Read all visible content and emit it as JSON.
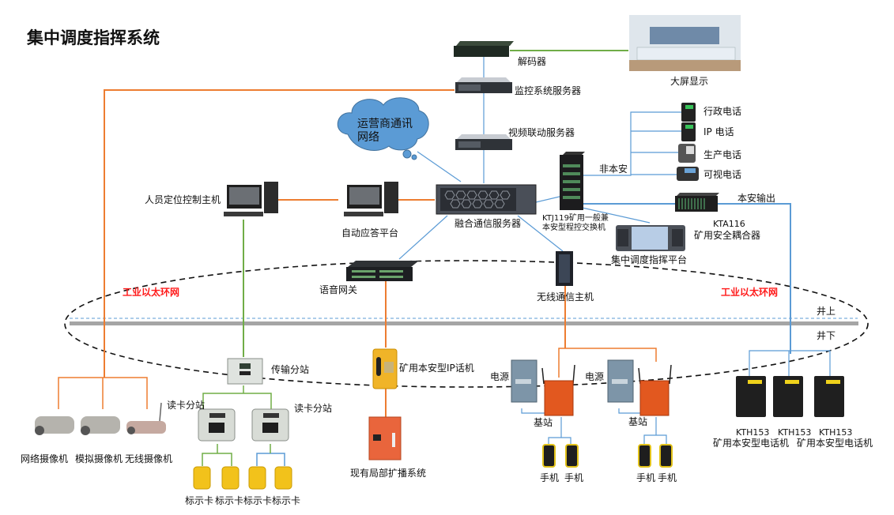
{
  "title": "集中调度指挥系统",
  "colors": {
    "orange_link": "#ed7d31",
    "green_link": "#70ad47",
    "blue_link": "#5b9bd5",
    "ring_dash": "#000000",
    "ground_bar": "#a5a5a5",
    "ring_label": "#ff0000",
    "cloud": "#5b9bd5"
  },
  "nodes": {
    "decoder": "解码器",
    "big_screen": "大屏显示",
    "monitor_server": "监控系统服务器",
    "video_link_server": "视频联动服务器",
    "carrier_network": "运营商通讯网络",
    "admin_phone": "行政电话",
    "ip_phone": "IP 电话",
    "production_phone": "生产电话",
    "video_phone": "可视电话",
    "non_intrinsic": "非本安",
    "intrinsic_output": "本安输出",
    "pbx_line1": "KTJ119矿用一般兼",
    "pbx_line2": "本安型程控交换机",
    "coupler_model": "KTA116",
    "coupler_name": "矿用安全耦合器",
    "dispatch_platform": "集中调度指挥平台",
    "converged_server": "融合通信服务器",
    "auto_answer": "自动应答平台",
    "personnel_host": "人员定位控制主机",
    "voice_gateway": "语音网关",
    "wireless_host": "无线通信主机",
    "ring_left": "工业以太环网",
    "ring_right": "工业以太环网",
    "above_ground": "井上",
    "below_ground": "井下",
    "transfer_station": "传输分站",
    "card_reader_1": "读卡分站",
    "card_reader_2": "读卡分站",
    "network_camera": "网络摄像机",
    "analog_camera": "模拟摄像机",
    "wireless_camera": "无线摄像机",
    "tag_card": "标示卡",
    "ip_mine_phone": "矿用本安型IP话机",
    "broadcast": "现有局部扩播系统",
    "power_1": "电源",
    "power_2": "电源",
    "base_station_1": "基站",
    "base_station_2": "基站",
    "handset": "手机",
    "kth_model": "KTH153",
    "kth_name": "矿用本安型电话机"
  }
}
